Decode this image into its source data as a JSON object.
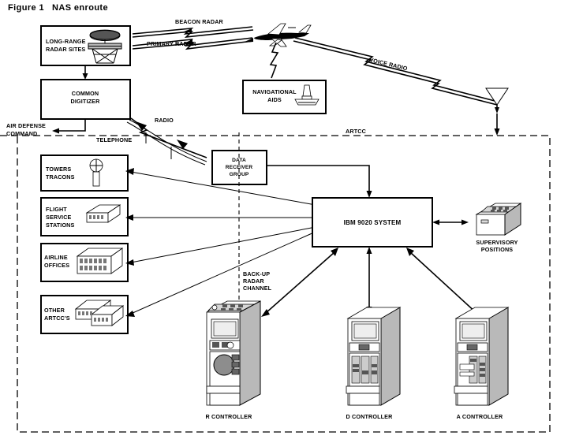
{
  "figure": {
    "number": "Figure 1",
    "title": "NAS enroute"
  },
  "boundary": {
    "label": "ARTCC",
    "style": "dashed"
  },
  "nodes": {
    "long_range_radar": "LONG-RANGE\nRADAR SITES",
    "long_range_radar_line1": "LONG-RANGE",
    "long_range_radar_line2": "RADAR SITES",
    "common_digitizer_line1": "COMMON",
    "common_digitizer_line2": "DIGITIZER",
    "air_defense_line1": "AIR DEFENSE",
    "air_defense_line2": "COMMAND",
    "towers_line1": "TOWERS",
    "towers_line2": "TRACONS",
    "flight_service_line1": "FLIGHT",
    "flight_service_line2": "SERVICE",
    "flight_service_line3": "STATIONS",
    "airline_line1": "AIRLINE",
    "airline_line2": "OFFICES",
    "other_artcc_line1": "OTHER",
    "other_artcc_line2": "ARTCC'S",
    "nav_aids_line1": "NAVIGATIONAL",
    "nav_aids_line2": "AIDS",
    "data_receiver_line1": "DATA",
    "data_receiver_line2": "RECEIVER",
    "data_receiver_line3": "GROUP",
    "ibm_system": "IBM 9020 SYSTEM",
    "supervisory_line1": "SUPERVISORY",
    "supervisory_line2": "POSITIONS",
    "r_controller": "R CONTROLLER",
    "d_controller": "D CONTROLLER",
    "a_controller": "A CONTROLLER"
  },
  "links": {
    "beacon_radar": "BEACON RADAR",
    "primary_radar": "PRIMARY RADAR",
    "voice_radio": "VOICE RADIO",
    "radio": "RADIO",
    "telephone": "TELEPHONE",
    "backup_line1": "BACK-UP",
    "backup_line2": "RADAR",
    "backup_line3": "CHANNEL"
  },
  "icons": {
    "radar_dish": "radar-dish-icon",
    "aircraft": "airliner-icon",
    "vor_beacon": "vor-beacon-icon",
    "antenna": "antenna-icon",
    "control_tower": "control-tower-icon",
    "building_flat": "flat-building-icon",
    "building_long": "long-building-icon",
    "building_pair": "paired-building-icon",
    "console_supervisory": "supervisory-console-icon",
    "console_r": "r-controller-console-icon",
    "console_d": "d-controller-console-icon",
    "console_a": "a-controller-console-icon"
  },
  "colors": {
    "ink": "#000000",
    "paper": "#ffffff",
    "shade": "#b9b9b9"
  }
}
